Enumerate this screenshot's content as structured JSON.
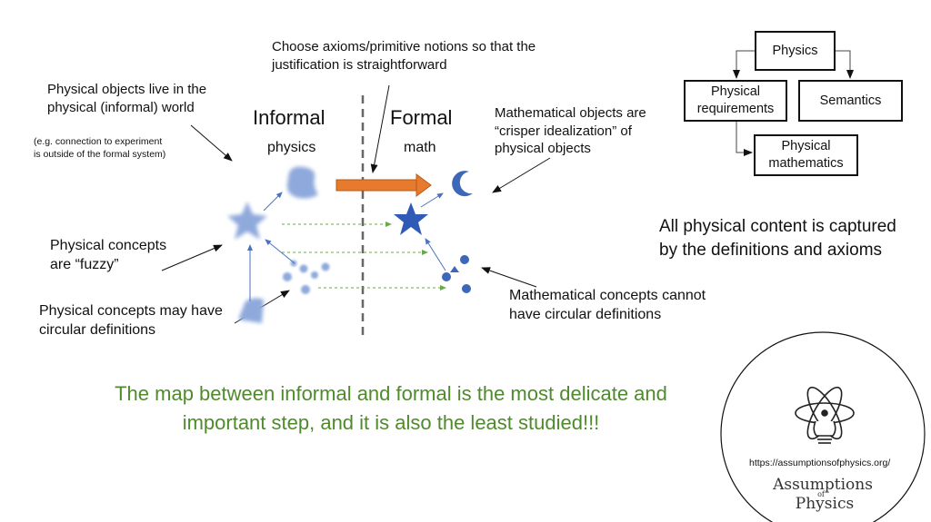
{
  "notes": {
    "axioms": "Choose axioms/primitive notions so that the\njustification is straightforward",
    "physical_objects": "Physical objects live in the\nphysical (informal) world",
    "experiment": "(e.g. connection to experiment\nis outside of the formal system)",
    "math_objects": "Mathematical objects are\n“crisper idealization” of\nphysical objects",
    "fuzzy": "Physical concepts\nare “fuzzy”",
    "circular_phys": "Physical concepts may have\ncircular definitions",
    "circular_math": "Mathematical concepts cannot\nhave circular definitions",
    "content": "All physical content is captured\nby the definitions and axioms",
    "map": "The map between informal and formal is the most delicate and\nimportant step, and it is also the least studied!!!"
  },
  "columns": {
    "informal_title": "Informal",
    "informal_sub": "physics",
    "formal_title": "Formal",
    "formal_sub": "math"
  },
  "hierarchy": {
    "root": "Physics",
    "requirements": "Physical\nrequirements",
    "semantics": "Semantics",
    "mathematics": "Physical\nmathematics"
  },
  "logo": {
    "url": "https://assumptionsofphysics.org/",
    "line1": "Assumptions",
    "of": "of",
    "line2": "Physics"
  },
  "colors": {
    "accent_orange": "#e87a2e",
    "math_blue": "#3d67b8",
    "fuzzy_blue": "#8fa9dc",
    "map_green": "#6aa84f",
    "statement_green": "#4f8a2c"
  }
}
